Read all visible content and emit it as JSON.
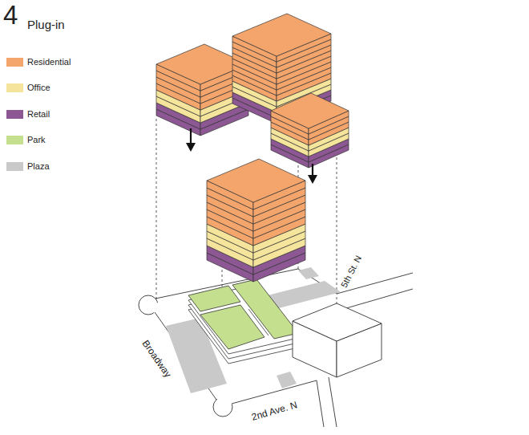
{
  "diagram": {
    "title": "Plug-in",
    "labels": [
      "4",
      "Broadway",
      "5th St. N",
      "2nd Ave. N"
    ],
    "legend": [
      {
        "text": "Residential",
        "color": "#f4a56b"
      },
      {
        "text": "Office",
        "color": "#f5e49c"
      },
      {
        "text": "Retail",
        "color": "#8c5792"
      },
      {
        "text": "Park",
        "color": "#c4df8e"
      },
      {
        "text": "Plaza",
        "color": "#c9c9c9"
      }
    ]
  }
}
